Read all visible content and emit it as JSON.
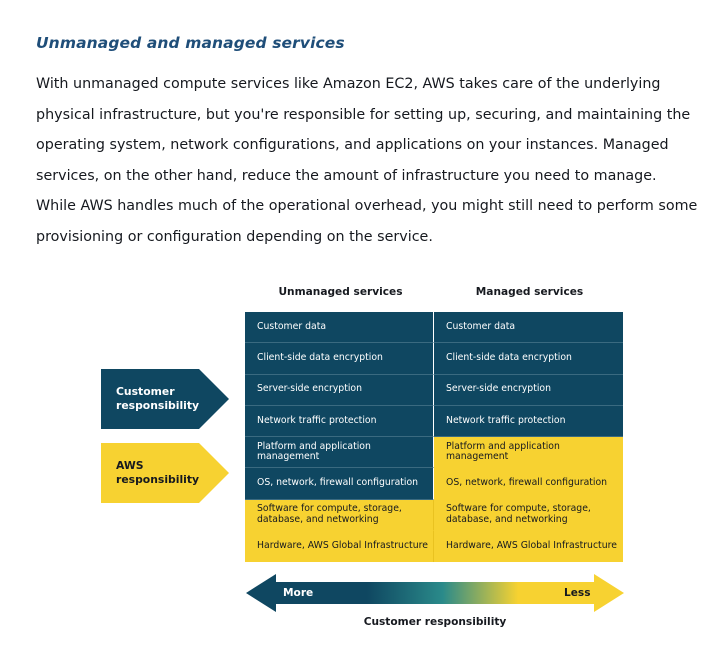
{
  "section": {
    "heading": "Unmanaged and managed services",
    "paragraph": "With unmanaged compute services like Amazon EC2, AWS takes care of the underlying physical infrastructure, but you're responsible for setting up, securing, and maintaining the operating system, network configurations, and applications on your instances. Managed services, on the other hand, reduce the amount of infrastructure you need to manage. While AWS handles much of the operational overhead, you might still need to perform some provisioning or configuration depending on the service."
  },
  "diagram": {
    "columns": [
      "Unmanaged services",
      "Managed services"
    ],
    "rows": [
      {
        "unmanaged": "Customer data",
        "managed": "Customer data",
        "unmanaged_owner": "customer",
        "managed_owner": "customer"
      },
      {
        "unmanaged": "Client-side data encryption",
        "managed": "Client-side data encryption",
        "unmanaged_owner": "customer",
        "managed_owner": "customer"
      },
      {
        "unmanaged": "Server-side encryption",
        "managed": "Server-side encryption",
        "unmanaged_owner": "customer",
        "managed_owner": "customer"
      },
      {
        "unmanaged": "Network traffic protection",
        "managed": "Network traffic protection",
        "unmanaged_owner": "customer",
        "managed_owner": "customer"
      },
      {
        "unmanaged": "Platform and application management",
        "managed": "Platform and application management",
        "unmanaged_owner": "customer",
        "managed_owner": "aws"
      },
      {
        "unmanaged": "OS, network, firewall configuration",
        "managed": "OS, network, firewall configuration",
        "unmanaged_owner": "customer",
        "managed_owner": "aws"
      },
      {
        "unmanaged": "Software for compute, storage, database, and networking",
        "managed": "Software for compute, storage, database, and networking",
        "unmanaged_owner": "aws",
        "managed_owner": "aws"
      },
      {
        "unmanaged": "Hardware, AWS Global Infrastructure",
        "managed": "Hardware, AWS Global Infrastructure",
        "unmanaged_owner": "aws",
        "managed_owner": "aws"
      }
    ],
    "legend": {
      "customer": "Customer responsibility",
      "aws": "AWS responsibility"
    },
    "scale": {
      "more": "More",
      "less": "Less",
      "caption": "Customer responsibility"
    },
    "colors": {
      "customer": "#0f4761",
      "aws": "#f7d231",
      "heading": "#1f4e79"
    }
  }
}
